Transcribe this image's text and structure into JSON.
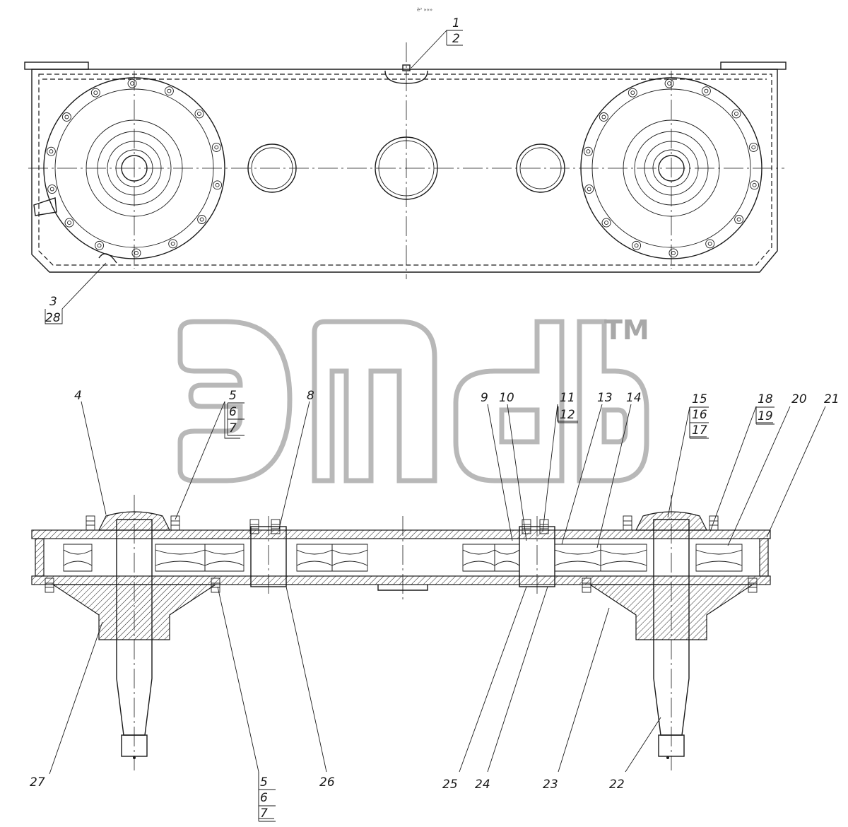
{
  "header_mark": "è³ »»»",
  "watermark": {
    "tm": "TM"
  },
  "callouts": {
    "top_1": "1",
    "top_2": "2",
    "top_3": "3",
    "top_28": "28",
    "c4": "4",
    "c5a": "5",
    "c6a": "6",
    "c7a": "7",
    "c8": "8",
    "c9": "9",
    "c10": "10",
    "c11": "11",
    "c12": "12",
    "c13": "13",
    "c14": "14",
    "c15": "15",
    "c16": "16",
    "c17": "17",
    "c18": "18",
    "c19": "19",
    "c20": "20",
    "c21": "21",
    "c27": "27",
    "c5b": "5",
    "c6b": "6",
    "c7b": "7",
    "c26": "26",
    "c25": "25",
    "c24": "24",
    "c23": "23",
    "c22": "22"
  }
}
